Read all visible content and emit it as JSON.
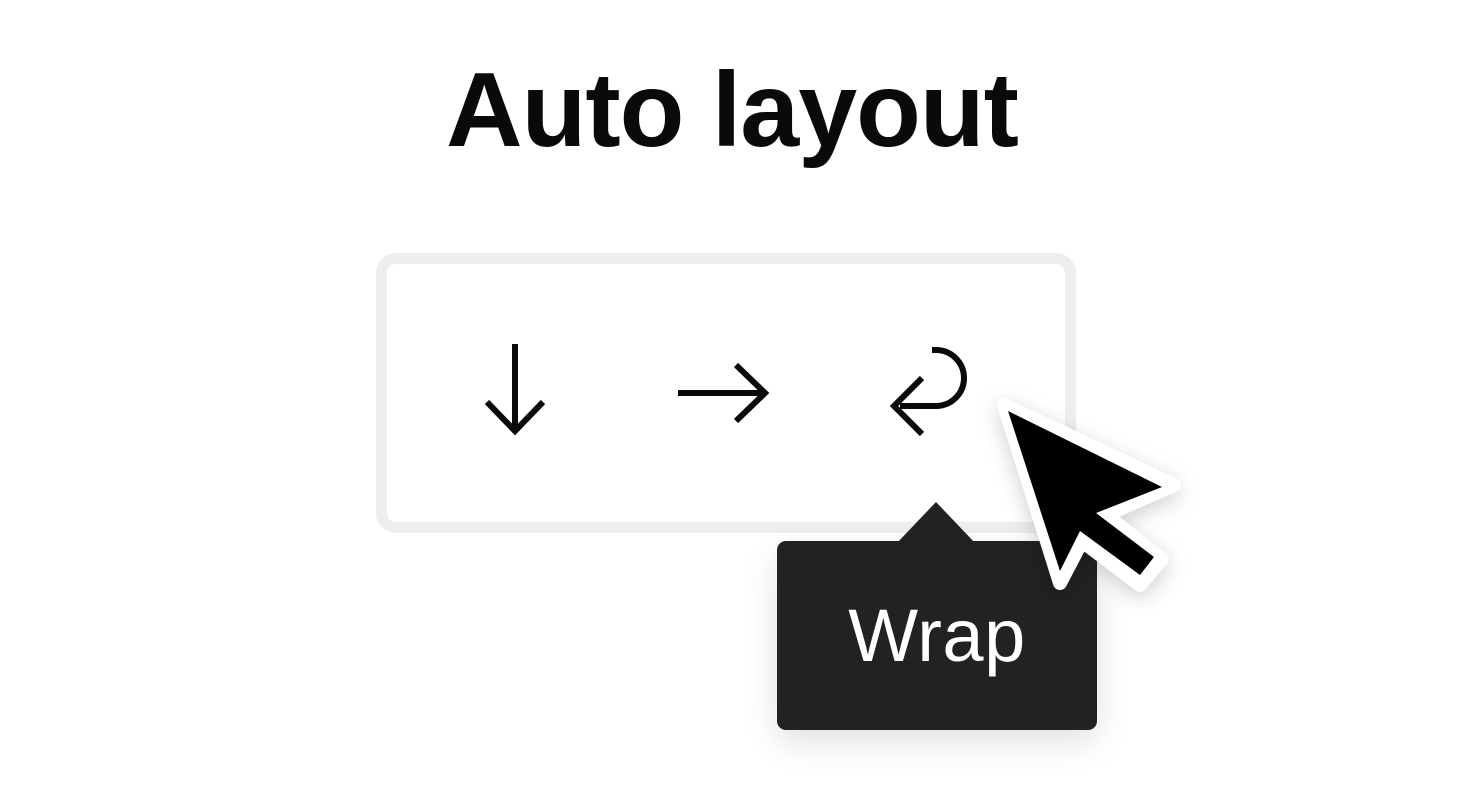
{
  "header": {
    "title": "Auto layout"
  },
  "auto_layout_panel": {
    "buttons": [
      {
        "icon": "arrow-down-icon",
        "tooltip": ""
      },
      {
        "icon": "arrow-right-icon",
        "tooltip": ""
      },
      {
        "icon": "wrap-arrow-icon",
        "tooltip": "Wrap",
        "hovered": true
      }
    ]
  },
  "tooltip": {
    "label": "Wrap"
  },
  "colors": {
    "text": "#0a0a0a",
    "panel_border": "#eeeeee",
    "tooltip_bg": "#222222",
    "tooltip_text": "#ffffff"
  },
  "cursor": {
    "icon": "pointer-cursor-icon"
  }
}
